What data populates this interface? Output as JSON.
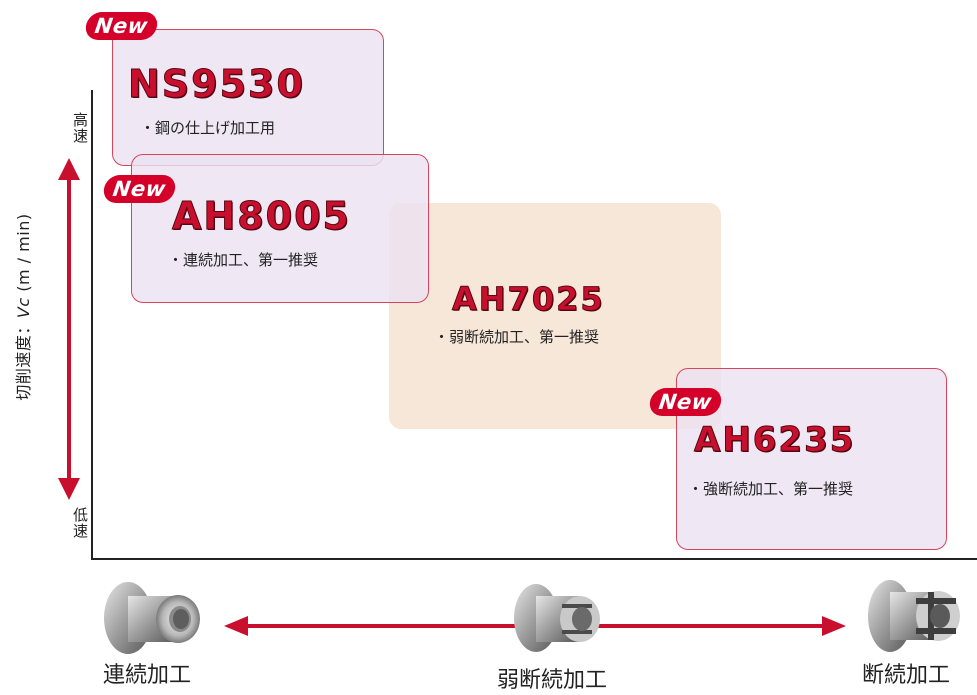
{
  "y_axis": {
    "label_prefix": "切削速度：",
    "label_var": "Vc",
    "label_unit": " (m / min)",
    "high": "高速",
    "low": "低速"
  },
  "badge_text": "New",
  "grades": [
    {
      "name": "NS9530",
      "desc": "・鋼の仕上げ加工用",
      "is_new": true
    },
    {
      "name": "AH8005",
      "desc": "・連続加工、第一推奨",
      "is_new": true
    },
    {
      "name": "AH7025",
      "desc": "・弱断続加工、第一推奨",
      "is_new": false
    },
    {
      "name": "AH6235",
      "desc": "・強断続加工、第一推奨",
      "is_new": true
    }
  ],
  "x_axis": {
    "left": "連続加工",
    "middle": "弱断続加工",
    "right": "断続加工"
  },
  "colors": {
    "accent_red": "#c8102e",
    "badge_red": "#d4002a",
    "pink_fill": "#ece2f1",
    "tan_fill": "#f6e4d4"
  }
}
